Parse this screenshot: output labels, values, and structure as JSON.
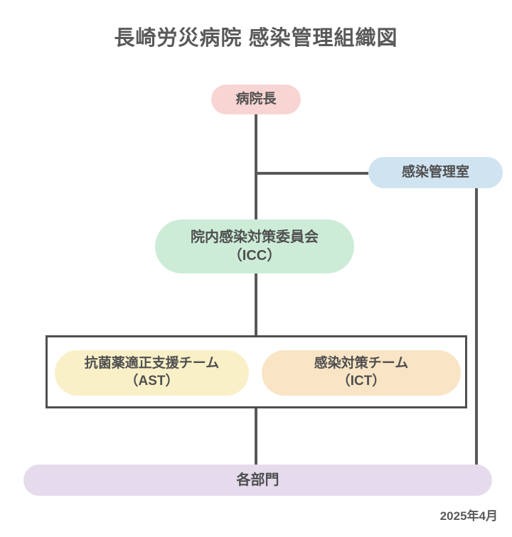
{
  "title": "長崎労災病院 感染管理組織図",
  "date_label": "2025年4月",
  "colors": {
    "line": "#595959",
    "text": "#4f4f4f",
    "director_bg": "#f8d5d3",
    "kanri_bg": "#d0e3f1",
    "icc_bg": "#cdecd8",
    "ast_bg": "#faf0c8",
    "ict_bg": "#f9e5c5",
    "departments_bg": "#e5dbed"
  },
  "nodes": {
    "director": {
      "label": "病院長"
    },
    "kanri": {
      "label": "感染管理室"
    },
    "icc": {
      "line1": "院内感染対策委員会",
      "line2": "（ICC）"
    },
    "ast": {
      "line1": "抗菌薬適正支援チーム",
      "line2": "（AST）"
    },
    "ict": {
      "line1": "感染対策チーム",
      "line2": "（ICT）"
    },
    "departments": {
      "label": "各部門"
    }
  }
}
